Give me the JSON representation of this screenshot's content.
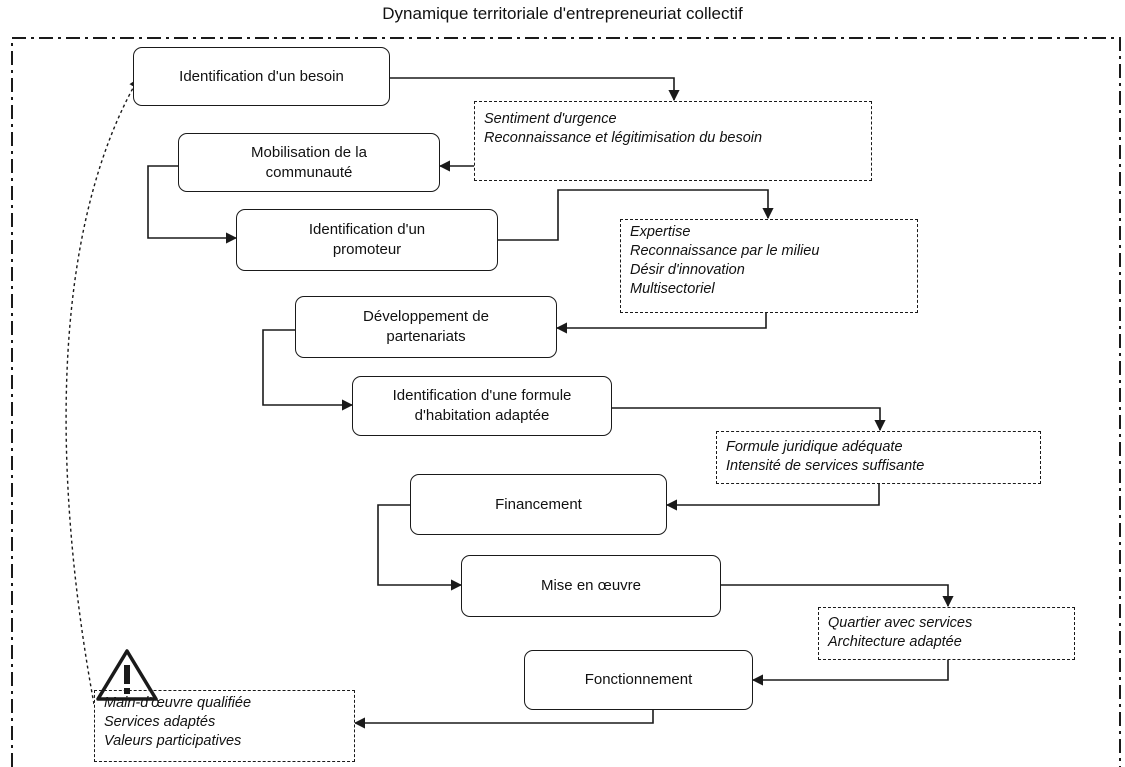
{
  "diagram": {
    "title": "Dynamique territoriale d'entrepreneuriat collectif",
    "steps": [
      "Identification d'un besoin",
      "Mobilisation de la communauté",
      "Identification d'un promoteur",
      "Développement de partenariats",
      "Identification d'une formule d'habitation adaptée",
      "Financement",
      "Mise en œuvre",
      "Fonctionnement"
    ],
    "conditions": [
      [
        "Sentiment d'urgence",
        "Reconnaissance et légitimisation du besoin"
      ],
      [
        "Expertise",
        "Reconnaissance par le milieu",
        "Désir d'innovation",
        "Multisectoriel"
      ],
      [
        "Formule juridique adéquate",
        "Intensité de services suffisante"
      ],
      [
        "Quartier avec services",
        "Architecture adaptée"
      ],
      [
        "Main-d'œuvre qualifiée",
        "Services adaptés",
        "Valeurs participatives"
      ]
    ],
    "icons": {
      "warning": "warning-triangle-icon"
    },
    "colors": {
      "line": "#1a1a1a",
      "background": "#ffffff"
    }
  }
}
